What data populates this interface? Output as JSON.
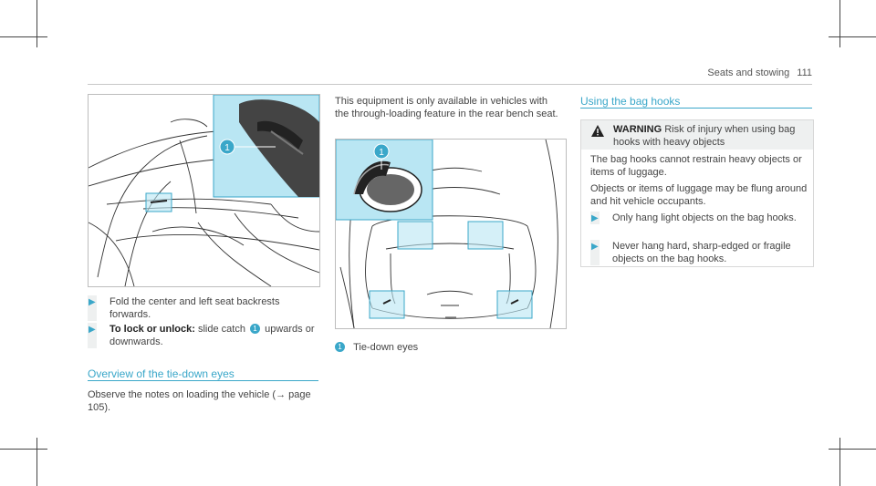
{
  "header": {
    "section": "Seats and stowing",
    "page": "111"
  },
  "left_column": {
    "steps": [
      {
        "bold": "",
        "text": "Fold the center and left seat backrests forwards."
      },
      {
        "bold": "To lock or unlock:",
        "text_before": "slide catch",
        "callout": "1",
        "text_after": "upwards or downwards."
      }
    ],
    "section_title": "Overview of the tie-down eyes",
    "observe": "Observe the notes on loading the vehicle (→ page 105)."
  },
  "middle_column": {
    "intro": "This equipment is only available in vehicles with the through-loading feature in the rear bench seat.",
    "legend": {
      "callout": "1",
      "text": "Tie-down eyes"
    }
  },
  "right_column": {
    "section_title": "Using the bag hooks",
    "warning": {
      "icon": "warning-triangle-icon",
      "label": "WARNING",
      "title": "Risk of injury when using bag hooks with heavy objects",
      "para1": "The bag hooks cannot restrain heavy objects or items of luggage.",
      "para2": "Objects or items of luggage may be flung around and hit vehicle occupants.",
      "steps": [
        "Only hang light objects on the bag hooks.",
        "Never hang hard, sharp-edged or fragile objects on the bag hooks."
      ]
    }
  },
  "figures": {
    "callout_left": "1",
    "callout_middle": "1"
  },
  "colors": {
    "accent": "#3aa7c9",
    "highlight": "#b9e6f3"
  }
}
